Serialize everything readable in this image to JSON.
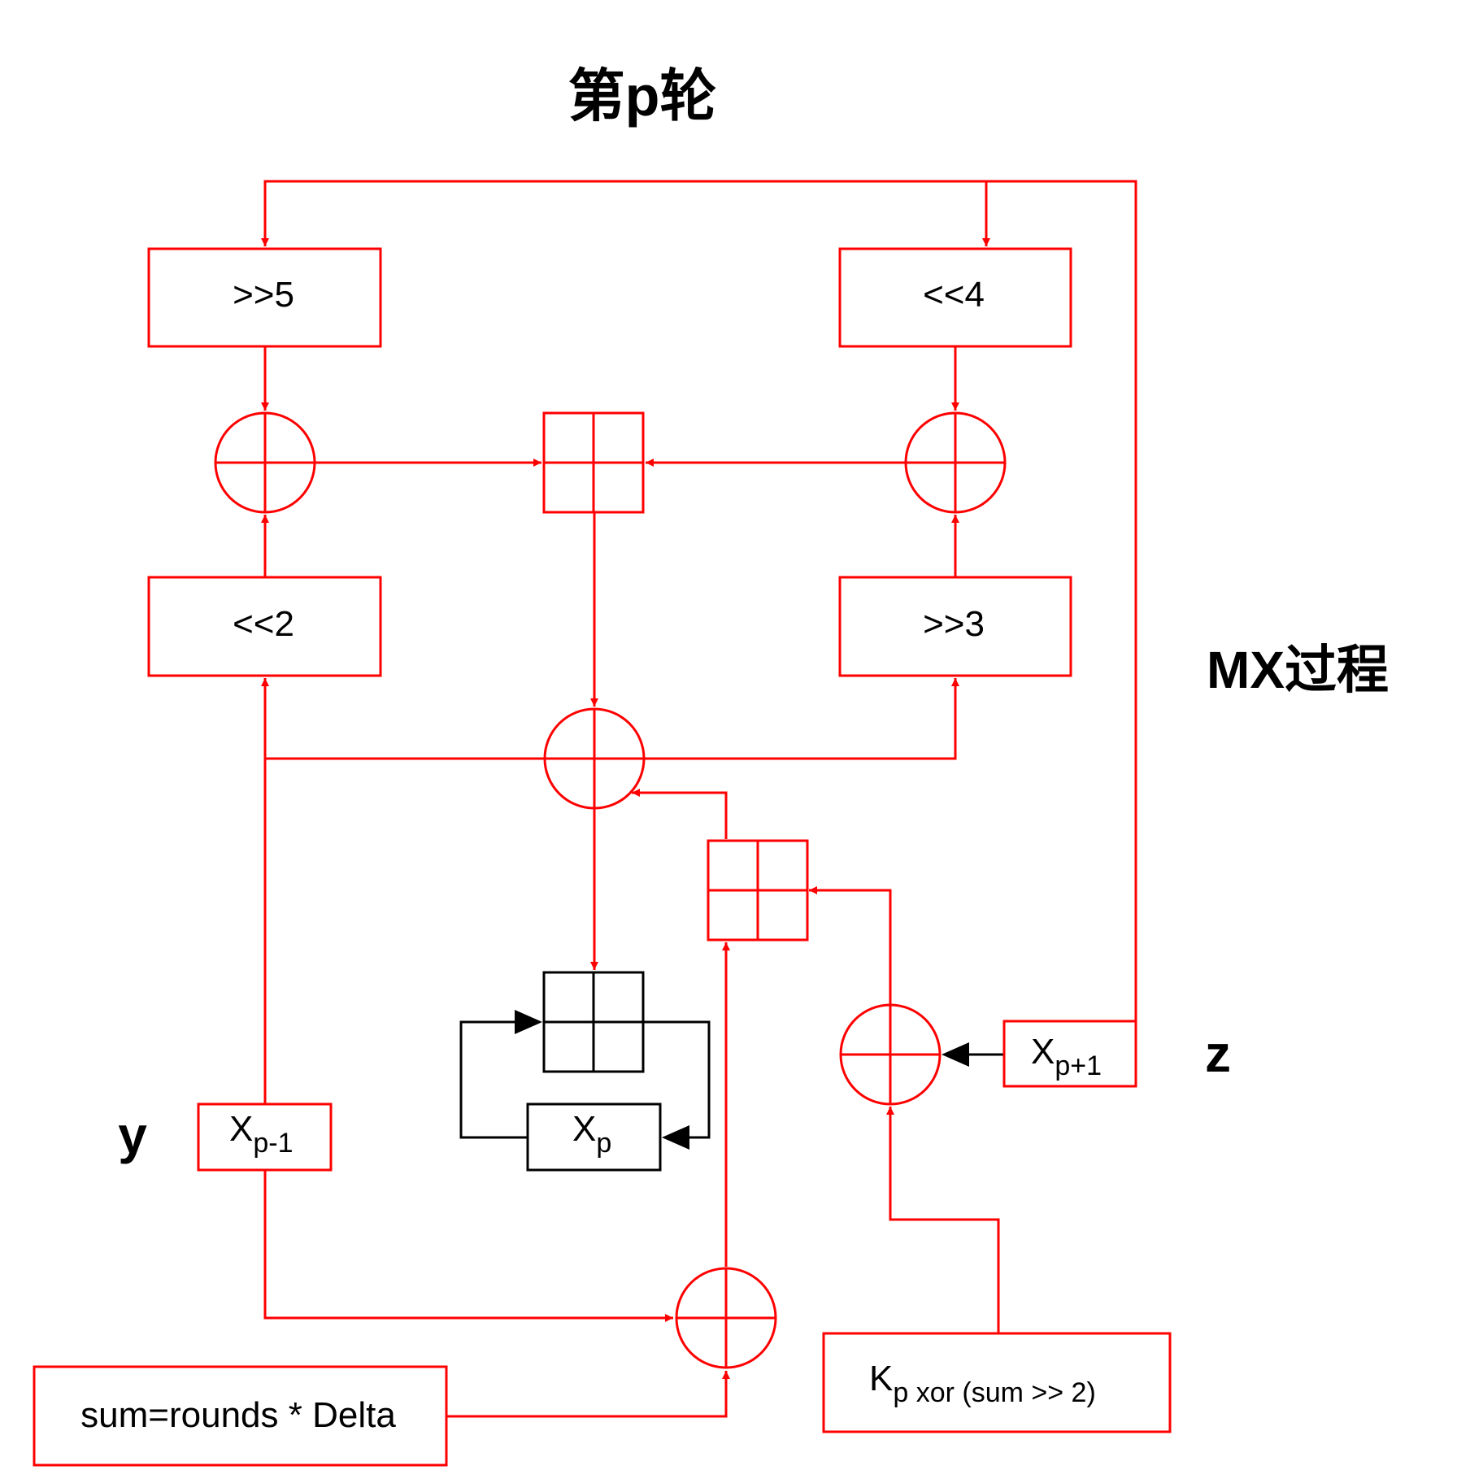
{
  "title": "第p轮",
  "side_labels": {
    "mx": "MX过程",
    "y": "y",
    "z": "z"
  },
  "boxes": {
    "shift_right_5": ">>5",
    "shift_left_4": "<<4",
    "shift_left_2": "<<2",
    "shift_right_3": ">>3",
    "x_prev": {
      "base": "X",
      "sub": "p-1"
    },
    "x_p": {
      "base": "X",
      "sub": "p"
    },
    "x_next": {
      "base": "X",
      "sub": "p+1"
    },
    "sum": "sum=rounds * Delta",
    "key": {
      "base": "K",
      "sub": "p xor (sum >> 2)"
    }
  },
  "colors": {
    "primary": "#ff0000",
    "secondary": "#000000",
    "background": "#ffffff"
  },
  "operator_icons": {
    "xor": "xor-circle-icon",
    "add": "modular-add-square-icon"
  }
}
